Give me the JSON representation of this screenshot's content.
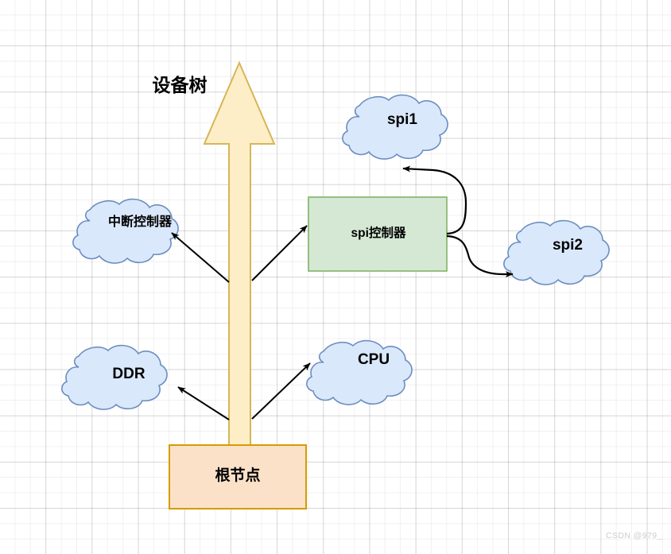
{
  "diagram": {
    "title_label": "设备树",
    "colors": {
      "arrow_fill": "#fdeec8",
      "arrow_stroke": "#d6b656",
      "root_fill": "#fae1c8",
      "root_stroke": "#d79b00",
      "cloud_fill": "#dae8fc",
      "cloud_stroke": "#6c8ebf",
      "box_fill": "#d5e8d4",
      "box_stroke": "#82b366",
      "connector": "#000000",
      "grid": "#e8e8e8",
      "watermark": "#c9cdd2"
    },
    "nodes": [
      {
        "id": "device-tree-arrow",
        "shape": "big-up-arrow",
        "label": "设备树"
      },
      {
        "id": "root-node",
        "shape": "rectangle",
        "label": "根节点"
      },
      {
        "id": "interrupt-controller",
        "shape": "cloud",
        "label": "中断控制器"
      },
      {
        "id": "ddr",
        "shape": "cloud",
        "label": "DDR"
      },
      {
        "id": "cpu",
        "shape": "cloud",
        "label": "CPU"
      },
      {
        "id": "spi-controller",
        "shape": "rectangle",
        "label": "spi控制器"
      },
      {
        "id": "spi1",
        "shape": "cloud",
        "label": "spi1"
      },
      {
        "id": "spi2",
        "shape": "cloud",
        "label": "spi2"
      }
    ],
    "connectors": [
      {
        "from": "root-node",
        "to": "interrupt-controller",
        "style": "straight-arrow"
      },
      {
        "from": "root-node",
        "to": "ddr",
        "style": "straight-arrow"
      },
      {
        "from": "root-node",
        "to": "cpu",
        "style": "straight-arrow"
      },
      {
        "from": "root-node",
        "to": "spi-controller",
        "style": "straight-arrow"
      },
      {
        "from": "spi-controller",
        "to": "spi1",
        "style": "curved-arrow"
      },
      {
        "from": "spi-controller",
        "to": "spi2",
        "style": "curved-arrow"
      }
    ],
    "watermark": "CSDN @979_"
  }
}
